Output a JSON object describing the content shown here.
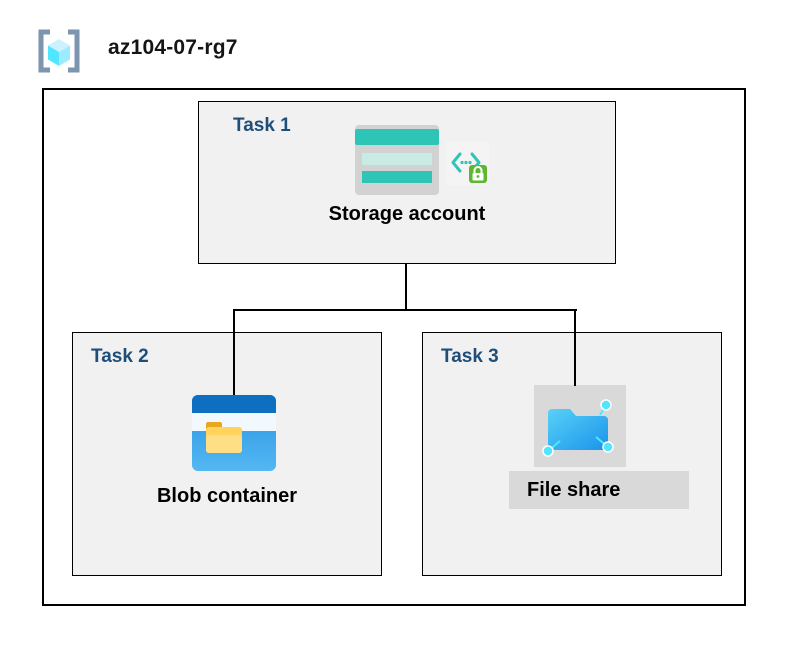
{
  "diagram": {
    "title": "az104-07-rg7",
    "resource_group_icon": "resource-group-icon",
    "tasks": [
      {
        "label": "Task 1",
        "node": "Storage account",
        "icons": [
          "storage-account-icon",
          "code-lock-icon"
        ]
      },
      {
        "label": "Task 2",
        "node": "Blob container",
        "icons": [
          "blob-container-icon"
        ]
      },
      {
        "label": "Task 3",
        "node": "File share",
        "icons": [
          "file-share-icon"
        ]
      }
    ],
    "colors": {
      "task_label_blue": "#1F4E79",
      "box_fill": "#F1F1F1",
      "border_black": "#000000",
      "storage_teal": "#2EC4B6",
      "storage_light_teal": "#C8EBE6",
      "blob_header_blue": "#0E6FC0",
      "blob_body_blue": "#2FA0EA",
      "folder_yellow": "#FFD35C",
      "fileshare_gray": "#D9D9D9",
      "node_cyan": "#50E6FF",
      "lock_green": "#5DB82F",
      "bracket_gray_blue": "#7B96AE"
    }
  }
}
